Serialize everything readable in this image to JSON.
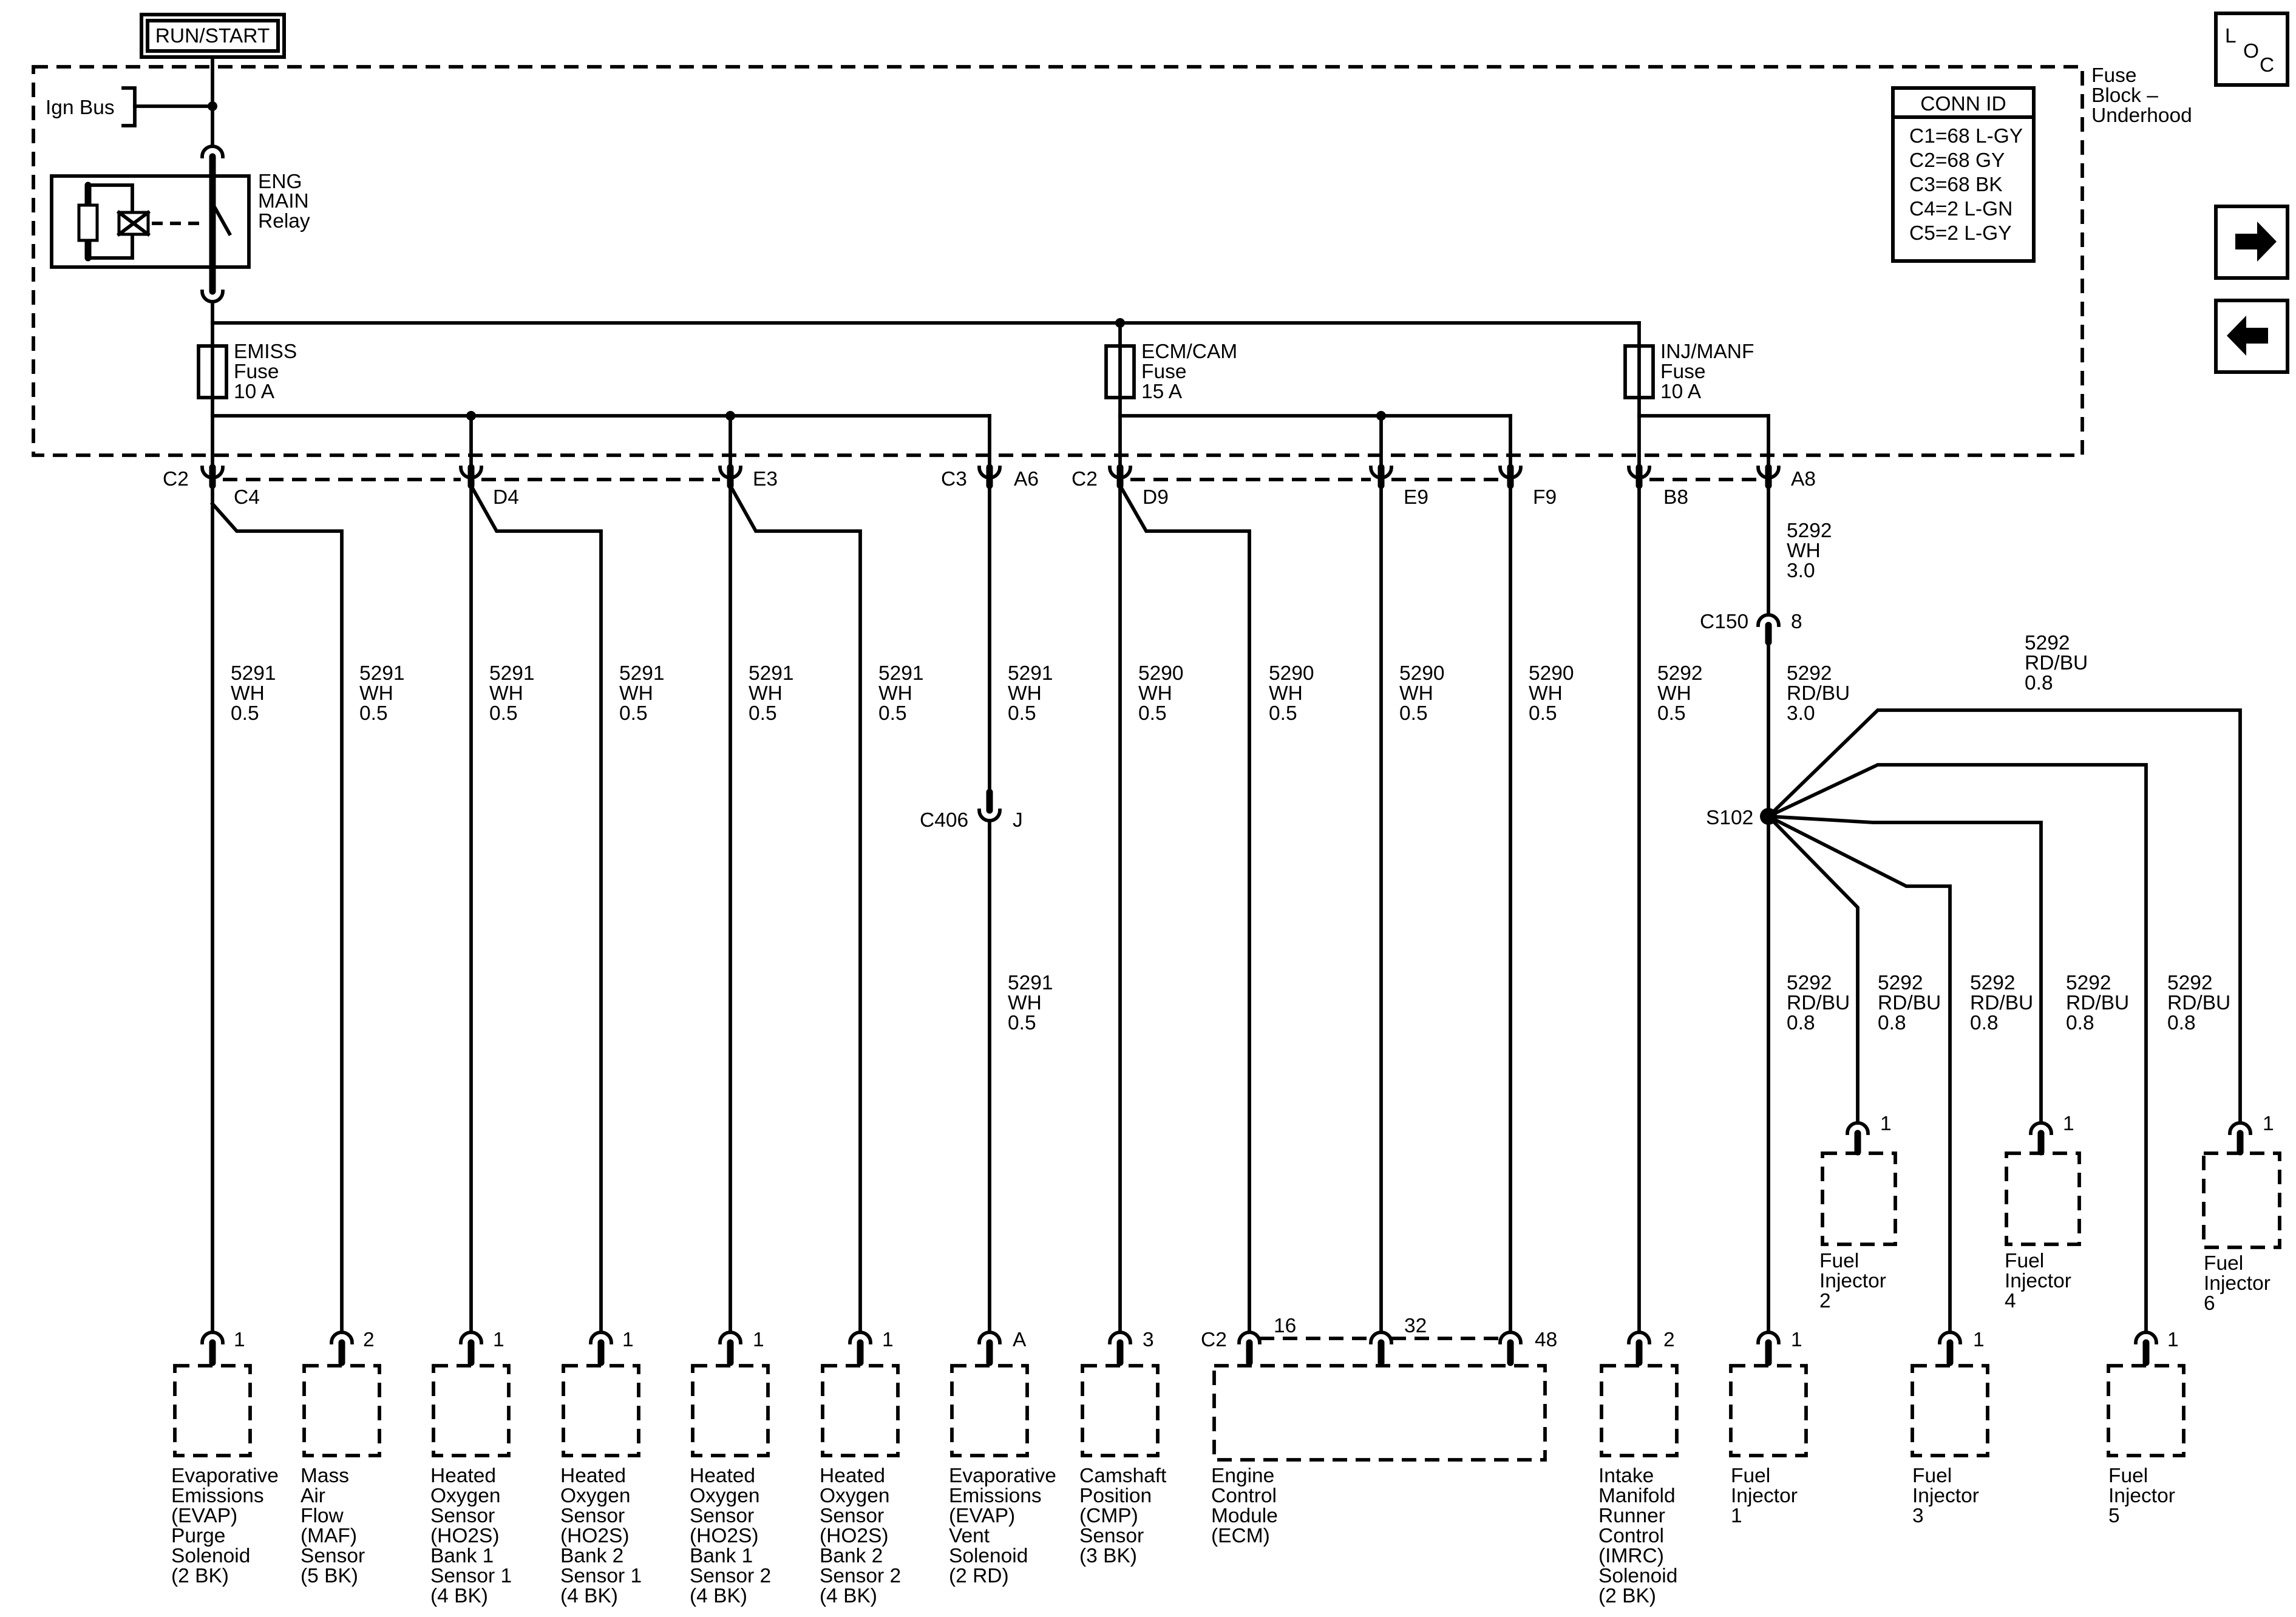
{
  "run_start": "RUN/START",
  "ign_bus": "Ign Bus",
  "relay": [
    "ENG",
    "MAIN",
    "Relay"
  ],
  "fuse_block": [
    "Fuse",
    "Block –",
    "Underhood"
  ],
  "conn_id": {
    "title": "CONN ID",
    "rows": [
      "C1=68 L-GY",
      "C2=68 GY",
      "C3=68 BK",
      "C4=2 L-GN",
      "C5=2 L-GY"
    ]
  },
  "loc": {
    "l": "L",
    "o": "O",
    "c": "C"
  },
  "nav": {
    "forward_icon": "arrow-right-icon",
    "back_icon": "arrow-left-icon"
  },
  "fuses": [
    {
      "lines": [
        "EMISS",
        "Fuse",
        "10 A"
      ]
    },
    {
      "lines": [
        "ECM/CAM",
        "Fuse",
        "15 A"
      ]
    },
    {
      "lines": [
        "INJ/MANF",
        "Fuse",
        "10 A"
      ]
    }
  ],
  "pins": {
    "c2a": "C2",
    "c4": "C4",
    "d4": "D4",
    "e3": "E3",
    "c3": "C3",
    "a6": "A6",
    "c2b": "C2",
    "d9": "D9",
    "e9": "E9",
    "f9": "F9",
    "b8": "B8",
    "a8": "A8"
  },
  "wires": {
    "w1": [
      "5291",
      "WH",
      "0.5"
    ],
    "w2": [
      "5291",
      "WH",
      "0.5"
    ],
    "w3": [
      "5291",
      "WH",
      "0.5"
    ],
    "w4": [
      "5291",
      "WH",
      "0.5"
    ],
    "w5": [
      "5291",
      "WH",
      "0.5"
    ],
    "w6": [
      "5291",
      "WH",
      "0.5"
    ],
    "w7": [
      "5291",
      "WH",
      "0.5"
    ],
    "w7b": [
      "5291",
      "WH",
      "0.5"
    ],
    "w8": [
      "5290",
      "WH",
      "0.5"
    ],
    "w9": [
      "5290",
      "WH",
      "0.5"
    ],
    "w10": [
      "5290",
      "WH",
      "0.5"
    ],
    "w11": [
      "5290",
      "WH",
      "0.5"
    ],
    "w12": [
      "5292",
      "WH",
      "0.5"
    ],
    "a8a": [
      "5292",
      "WH",
      "3.0"
    ],
    "a8b": [
      "5292",
      "RD/BU",
      "3.0"
    ],
    "inj6": [
      "5292",
      "RD/BU",
      "0.8"
    ],
    "i1": [
      "5292",
      "RD/BU",
      "0.8"
    ],
    "i2": [
      "5292",
      "RD/BU",
      "0.8"
    ],
    "i3": [
      "5292",
      "RD/BU",
      "0.8"
    ],
    "i4": [
      "5292",
      "RD/BU",
      "0.8"
    ],
    "i5": [
      "5292",
      "RD/BU",
      "0.8"
    ]
  },
  "inline": {
    "c406": "C406",
    "c406_pin": "J",
    "c150": "C150",
    "c150_pin": "8",
    "s102": "S102"
  },
  "components": [
    {
      "pin": "1",
      "lines": [
        "Evaporative",
        "Emissions",
        "(EVAP)",
        "Purge",
        "Solenoid",
        "(2 BK)"
      ]
    },
    {
      "pin": "2",
      "lines": [
        "Mass",
        "Air",
        "Flow",
        "(MAF)",
        "Sensor",
        "(5 BK)"
      ]
    },
    {
      "pin": "1",
      "lines": [
        "Heated",
        "Oxygen",
        "Sensor",
        "(HO2S)",
        "Bank 1",
        "Sensor 1",
        "(4 BK)"
      ]
    },
    {
      "pin": "1",
      "lines": [
        "Heated",
        "Oxygen",
        "Sensor",
        "(HO2S)",
        "Bank 2",
        "Sensor 1",
        "(4 BK)"
      ]
    },
    {
      "pin": "1",
      "lines": [
        "Heated",
        "Oxygen",
        "Sensor",
        "(HO2S)",
        "Bank 1",
        "Sensor 2",
        "(4 BK)"
      ]
    },
    {
      "pin": "1",
      "lines": [
        "Heated",
        "Oxygen",
        "Sensor",
        "(HO2S)",
        "Bank 2",
        "Sensor 2",
        "(4 BK)"
      ]
    },
    {
      "pin": "A",
      "lines": [
        "Evaporative",
        "Emissions",
        "(EVAP)",
        "Vent",
        "Solenoid",
        "(2 RD)"
      ]
    },
    {
      "pin": "3",
      "lines": [
        "Camshaft",
        "Position",
        "(CMP)",
        "Sensor",
        "(3 BK)"
      ]
    },
    {
      "pin": "2",
      "lines": [
        "Intake",
        "Manifold",
        "Runner",
        "Control",
        "(IMRC)",
        "Solenoid",
        "(2 BK)"
      ]
    }
  ],
  "ecm": {
    "conn": "C2",
    "pins": [
      "16",
      "32",
      "48"
    ],
    "lines": [
      "Engine",
      "Control",
      "Module",
      "(ECM)"
    ]
  },
  "injectors": {
    "inj1": {
      "pin": "1",
      "lines": [
        "Fuel",
        "Injector",
        "1"
      ]
    },
    "inj2": {
      "pin": "1",
      "lines": [
        "Fuel",
        "Injector",
        "2"
      ]
    },
    "inj3": {
      "pin": "1",
      "lines": [
        "Fuel",
        "Injector",
        "3"
      ]
    },
    "inj4": {
      "pin": "1",
      "lines": [
        "Fuel",
        "Injector",
        "4"
      ]
    },
    "inj5": {
      "pin": "1",
      "lines": [
        "Fuel",
        "Injector",
        "5"
      ]
    },
    "inj6": {
      "pin": "1",
      "lines": [
        "Fuel",
        "Injector",
        "6"
      ]
    }
  }
}
